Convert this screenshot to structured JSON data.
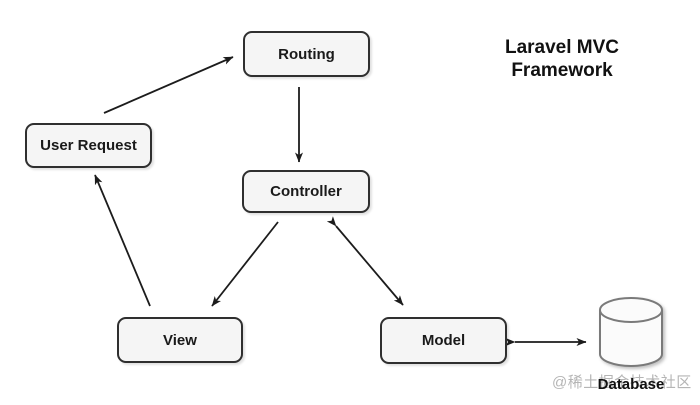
{
  "title": {
    "line1": "Laravel MVC",
    "line2": "Framework"
  },
  "nodes": {
    "user_request": {
      "label": "User Request"
    },
    "routing": {
      "label": "Routing"
    },
    "controller": {
      "label": "Controller"
    },
    "view": {
      "label": "View"
    },
    "model": {
      "label": "Model"
    },
    "database": {
      "label": "Database"
    }
  },
  "edges": [
    {
      "from": "User Request",
      "to": "Routing",
      "direction": "one-way"
    },
    {
      "from": "Routing",
      "to": "Controller",
      "direction": "one-way"
    },
    {
      "from": "Controller",
      "to": "View",
      "direction": "one-way"
    },
    {
      "from": "Controller",
      "to": "Model",
      "direction": "two-way"
    },
    {
      "from": "View",
      "to": "User Request",
      "direction": "one-way"
    },
    {
      "from": "Model",
      "to": "Database",
      "direction": "two-way"
    }
  ],
  "watermark": "@稀土掘金技术社区",
  "colors": {
    "background": "#ffffff",
    "node_fill": "#f5f5f5",
    "node_border": "#2f2f2f",
    "arrow": "#1c1c1c",
    "cylinder_fill": "#fbfbfb",
    "cylinder_border": "#7a7a7a",
    "watermark": "#b5b5b5"
  }
}
